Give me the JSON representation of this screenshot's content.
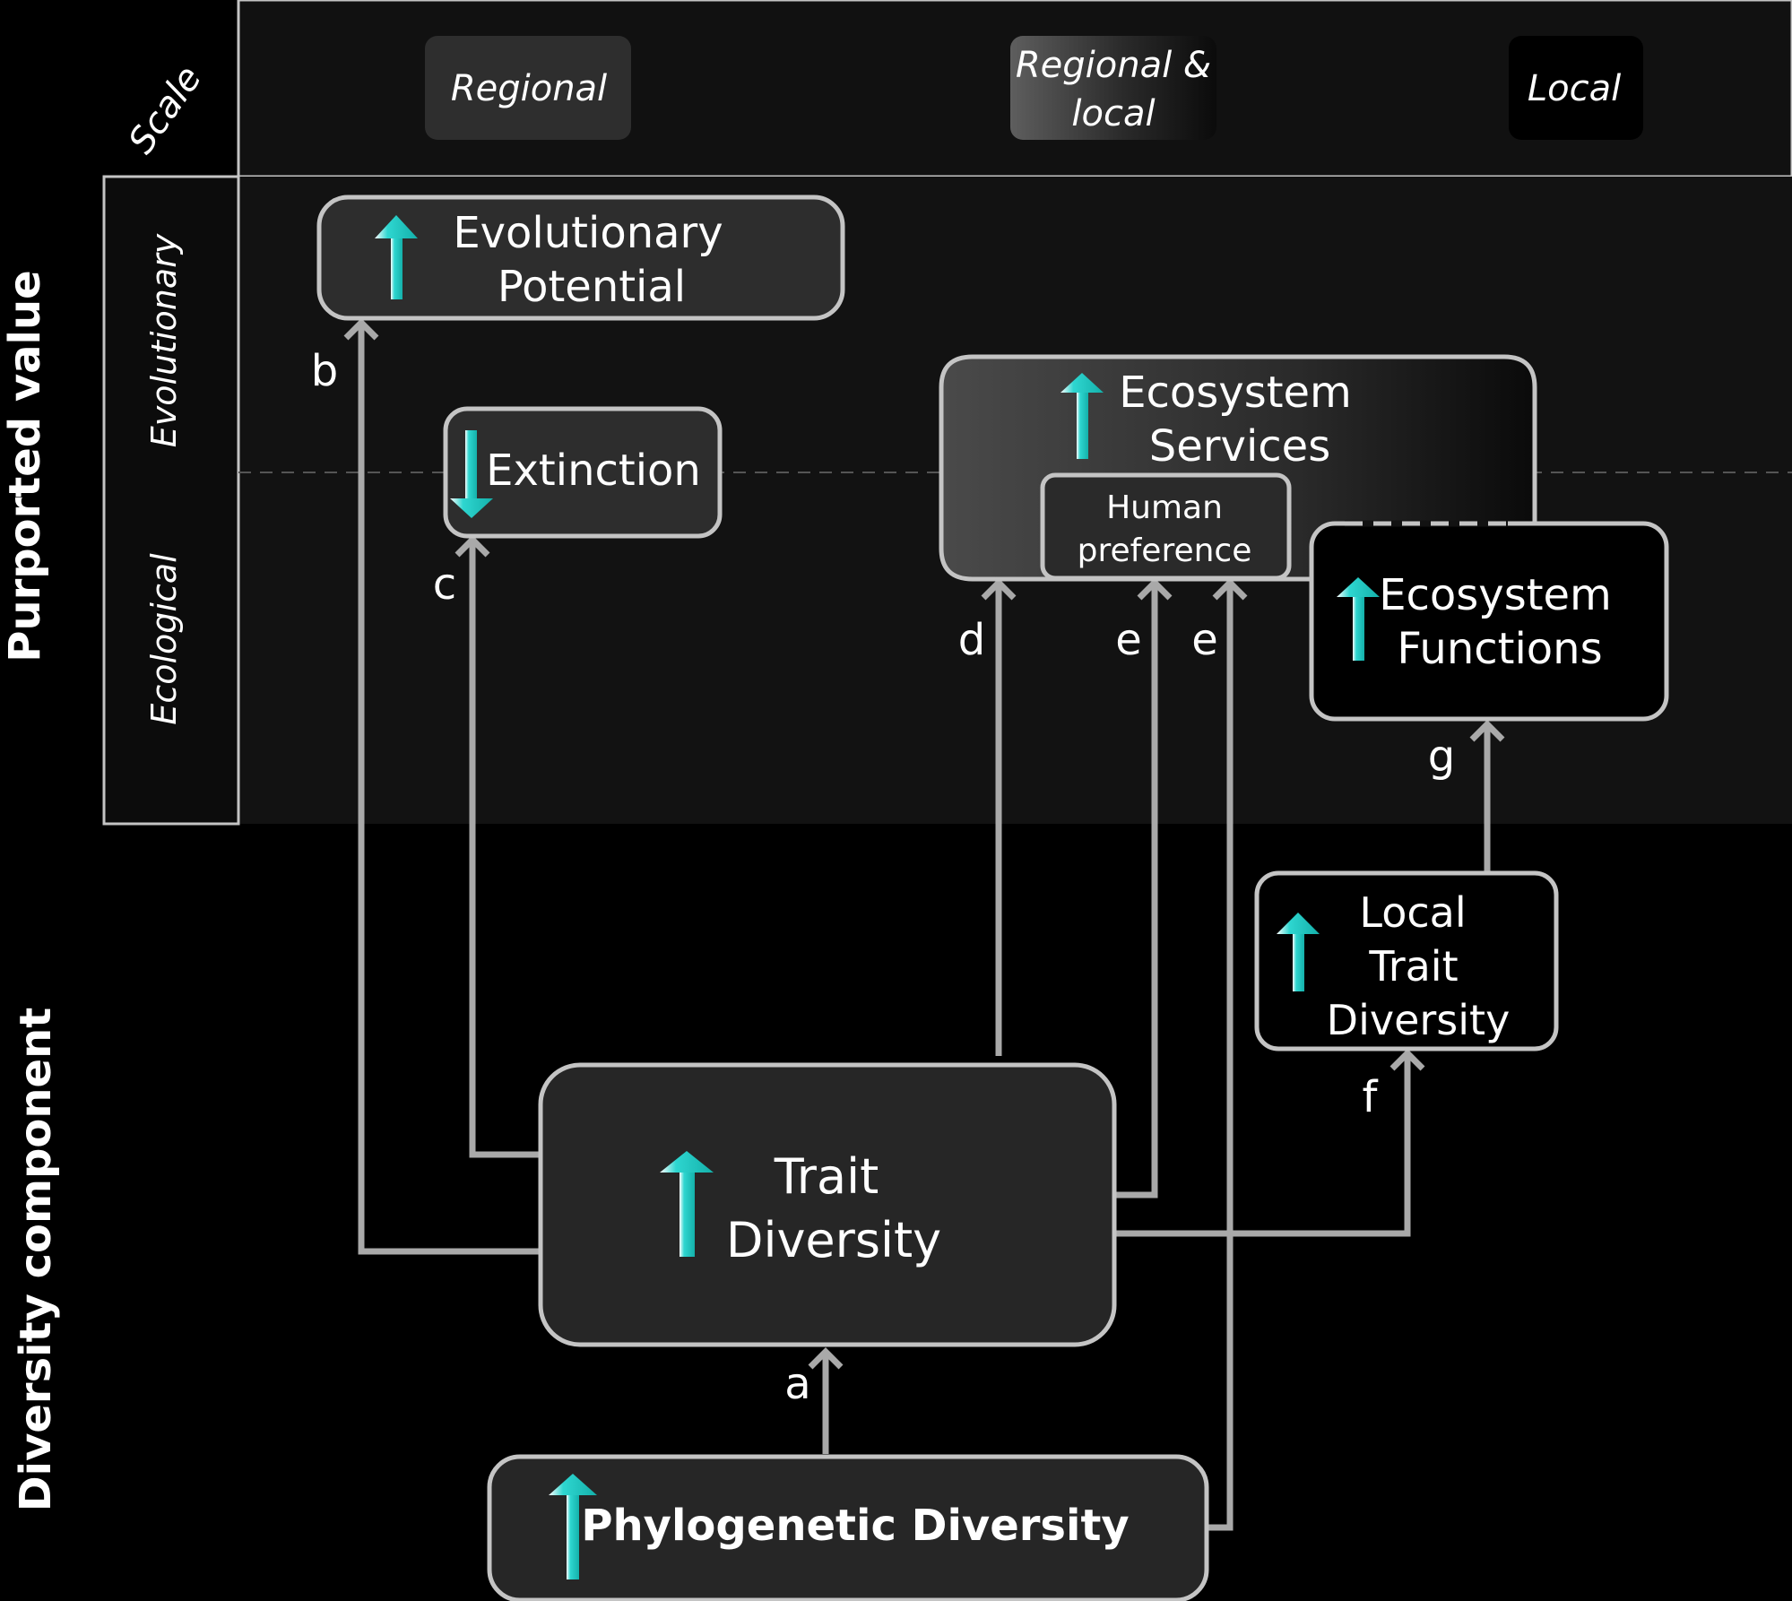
{
  "axes": {
    "scale_label": "Scale",
    "purported_value_label": "Purported  value",
    "diversity_component_label": "Diversity component",
    "evolutionary_label": "Evolutionary",
    "ecological_label": "Ecological"
  },
  "scale_levels": {
    "regional": "Regional",
    "regional_local_line1": "Regional &",
    "regional_local_line2": "local",
    "local": "Local"
  },
  "nodes": {
    "evolutionary_potential": {
      "line1": "Evolutionary",
      "line2": "Potential",
      "direction": "up"
    },
    "extinction": {
      "line1": "Extinction",
      "direction": "down"
    },
    "ecosystem_services": {
      "line1": "Ecosystem",
      "line2": "Services",
      "direction": "up"
    },
    "human_preference": {
      "line1": "Human",
      "line2": "preference"
    },
    "ecosystem_functions": {
      "line1": "Ecosystem",
      "line2": "Functions",
      "direction": "up"
    },
    "local_trait_diversity": {
      "line1": "Local",
      "line2": "Trait",
      "line3": "Diversity",
      "direction": "up"
    },
    "trait_diversity": {
      "line1": "Trait",
      "line2": "Diversity",
      "direction": "up"
    },
    "phylogenetic_diversity": {
      "line1": "Phylogenetic Diversity",
      "direction": "up"
    }
  },
  "edges": {
    "a": "a",
    "b": "b",
    "c": "c",
    "d": "d",
    "e1": "e",
    "e2": "e",
    "f": "f",
    "g": "g"
  },
  "colors": {
    "background": "#000000",
    "panel": "#121212",
    "box_fill": "#2d2d2d",
    "box_border": "#c4c4c4",
    "connector": "#a9a9a9",
    "arrow_cyan": "#2ed6d0",
    "text": "#ffffff"
  }
}
